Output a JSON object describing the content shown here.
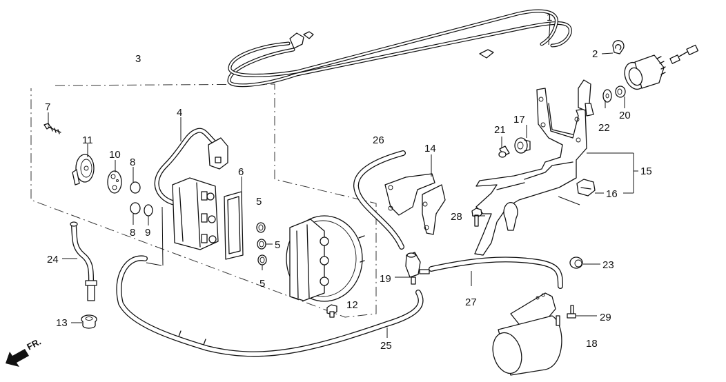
{
  "diagram": {
    "title": "Parts diagram",
    "direction_indicator": "FR.",
    "callouts": [
      {
        "id": "1",
        "label": "1"
      },
      {
        "id": "2",
        "label": "2"
      },
      {
        "id": "3",
        "label": "3"
      },
      {
        "id": "4",
        "label": "4"
      },
      {
        "id": "5a",
        "label": "5"
      },
      {
        "id": "5b",
        "label": "5"
      },
      {
        "id": "5c",
        "label": "5"
      },
      {
        "id": "6",
        "label": "6"
      },
      {
        "id": "7",
        "label": "7"
      },
      {
        "id": "8a",
        "label": "8"
      },
      {
        "id": "8b",
        "label": "8"
      },
      {
        "id": "9",
        "label": "9"
      },
      {
        "id": "10",
        "label": "10"
      },
      {
        "id": "11",
        "label": "11"
      },
      {
        "id": "12",
        "label": "12"
      },
      {
        "id": "13",
        "label": "13"
      },
      {
        "id": "14",
        "label": "14"
      },
      {
        "id": "15",
        "label": "15"
      },
      {
        "id": "16",
        "label": "16"
      },
      {
        "id": "17",
        "label": "17"
      },
      {
        "id": "18",
        "label": "18"
      },
      {
        "id": "19",
        "label": "19"
      },
      {
        "id": "20",
        "label": "20"
      },
      {
        "id": "21",
        "label": "21"
      },
      {
        "id": "22",
        "label": "22"
      },
      {
        "id": "23",
        "label": "23"
      },
      {
        "id": "24",
        "label": "24"
      },
      {
        "id": "25",
        "label": "25"
      },
      {
        "id": "26",
        "label": "26"
      },
      {
        "id": "27",
        "label": "27"
      },
      {
        "id": "28",
        "label": "28"
      },
      {
        "id": "29",
        "label": "29"
      }
    ]
  }
}
